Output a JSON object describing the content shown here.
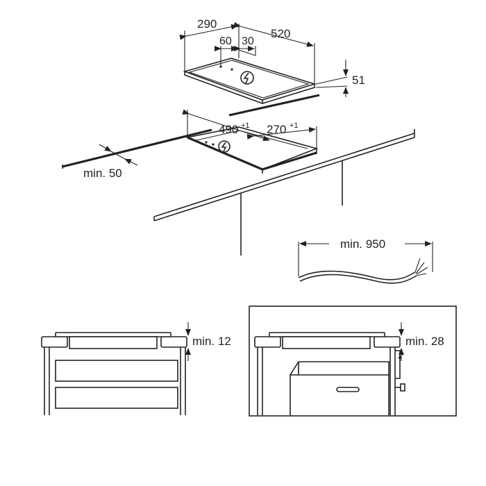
{
  "dimensions": {
    "hob_depth": "290",
    "hob_width": "520",
    "offset_a": "60",
    "offset_b": "30",
    "hob_height": "51",
    "cutout_width": "490",
    "cutout_width_tol": "+1",
    "cutout_depth": "270",
    "cutout_depth_tol": "+1",
    "min_rear_gap": "min. 50",
    "min_cable_length": "min. 950",
    "min_drawer_gap": "min. 12",
    "min_oven_gap": "min. 28"
  },
  "icons": {
    "hob_power": "power-lightning-icon",
    "cutout_power": "power-lightning-icon"
  }
}
